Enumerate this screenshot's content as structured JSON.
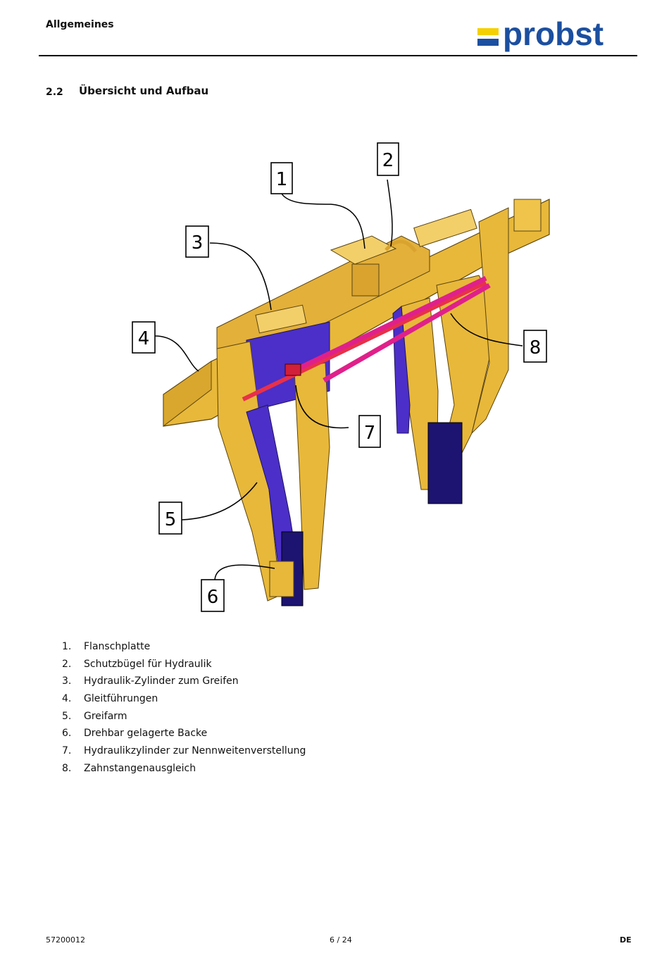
{
  "header": {
    "title": "Allgemeines",
    "logo_text": "probst"
  },
  "section": {
    "number": "2.2",
    "title": "Übersicht und Aufbau"
  },
  "figure": {
    "callouts": [
      "1",
      "2",
      "3",
      "4",
      "5",
      "6",
      "7",
      "8"
    ]
  },
  "legend": [
    {
      "num": "1.",
      "label": "Flanschplatte"
    },
    {
      "num": "2.",
      "label": "Schutzbügel für Hydraulik"
    },
    {
      "num": "3.",
      "label": "Hydraulik-Zylinder zum Greifen"
    },
    {
      "num": "4.",
      "label": "Gleitführungen"
    },
    {
      "num": "5.",
      "label": "Greifarm"
    },
    {
      "num": "6.",
      "label": "Drehbar gelagerte Backe"
    },
    {
      "num": "7.",
      "label": "Hydraulikzylinder zur Nennweitenverstellung"
    },
    {
      "num": "8.",
      "label": "Zahnstangenausgleich"
    }
  ],
  "footer": {
    "doc_number": "57200012",
    "page": "6 / 24",
    "language": "DE"
  },
  "colors": {
    "brand_blue": "#1b4fa0",
    "brand_yellow": "#f5d000",
    "frame_yellow": "#e8b83a",
    "arm_blue": "#4b2fc8",
    "cylinder_red": "#e8304a",
    "rod_pink": "#e0208a"
  }
}
